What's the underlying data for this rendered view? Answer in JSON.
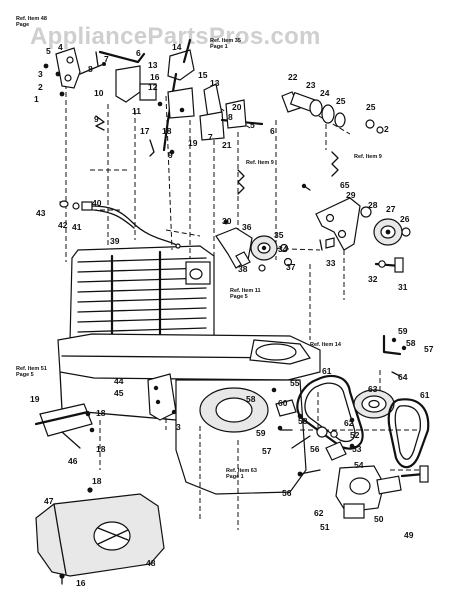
{
  "watermark": "AppliancePartsPros.com",
  "callouts": [
    "1",
    "2",
    "3",
    "4",
    "5",
    "6",
    "7",
    "8",
    "9",
    "10",
    "11",
    "12",
    "13",
    "14",
    "15",
    "16",
    "17",
    "18",
    "19",
    "20",
    "21",
    "22",
    "23",
    "24",
    "25",
    "26",
    "27",
    "28",
    "29",
    "30",
    "31",
    "32",
    "33",
    "34",
    "35",
    "36",
    "37",
    "38",
    "39",
    "40",
    "41",
    "42",
    "43",
    "44",
    "45",
    "46",
    "47",
    "48",
    "49",
    "50",
    "51",
    "52",
    "53",
    "54",
    "55",
    "56",
    "57",
    "58",
    "59",
    "60",
    "61",
    "62",
    "63",
    "64",
    "65"
  ],
  "references": {
    "ref48": [
      "Ref. Item 48",
      "Page"
    ],
    "ref35": [
      "Ref. Item 35",
      "Page 1"
    ],
    "ref9a": [
      "Ref. Item 9"
    ],
    "ref9b": [
      "Ref. Item 9"
    ],
    "ref11": [
      "Ref. Item 11",
      "Page 5"
    ],
    "ref14": [
      "Ref. Item 14"
    ],
    "ref51": [
      "Ref. Item 51",
      "Page 5"
    ],
    "ref63": [
      "Ref. Item 63",
      "Page 1"
    ]
  }
}
